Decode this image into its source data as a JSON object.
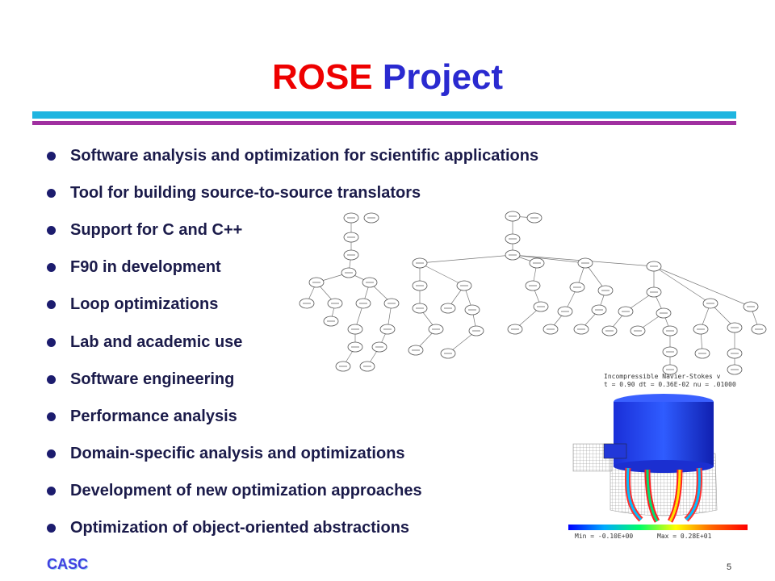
{
  "slide": {
    "title_part1": "ROSE",
    "title_part2": "Project",
    "bullets": [
      "Software analysis and optimization for scientific applications",
      "Tool for building source-to-source translators",
      "Support for C and C++",
      "F90 in development",
      "Loop optimizations",
      "Lab and academic use",
      "Software engineering",
      "Performance analysis",
      "Domain-specific analysis and optimizations",
      "Development of new optimization approaches",
      "Optimization of object-oriented abstractions"
    ],
    "footer_logo": "CASC",
    "page_number": "5"
  },
  "figure": {
    "title": "Incompressible Navier-Stokes v",
    "subtitle": "t =  0.90 dt = 0.36E-02 nu = .01000",
    "min_label": "Min =   -0.10E+00",
    "max_label": "Max =    0.28E+01"
  },
  "colors": {
    "title_red": "#ee0000",
    "title_blue": "#2a2ad0",
    "rule_cyan": "#1fb5e0",
    "rule_magenta": "#a030a0"
  }
}
